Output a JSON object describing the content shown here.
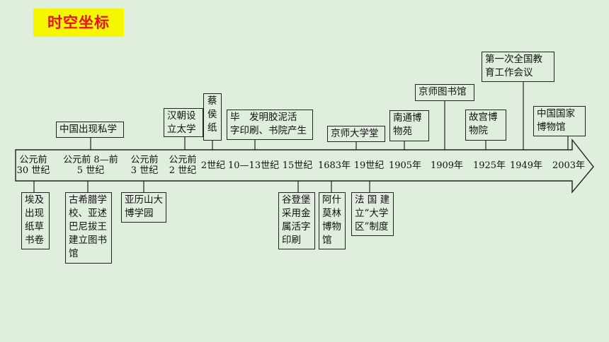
{
  "title": "时空坐标",
  "colors": {
    "background": "#dfeedd",
    "badge_bg": "#f6f600",
    "badge_text": "#e8141b",
    "line": "#222222"
  },
  "axis_labels": [
    "公元前\n30 世纪",
    "公元前 8—前\n5 世纪",
    "公元前\n3 世纪",
    "公元前\n2 世纪",
    "2世纪",
    "10—13世纪",
    "15世纪",
    "1683年",
    "19世纪",
    "1905年",
    "1909年",
    "1925年",
    "1949年",
    "2003年"
  ],
  "events_above": [
    "中国出现私学",
    "汉朝设\n立太学",
    "蔡\n侯\n纸",
    "毕　发明胶泥活\n字印刷、书院产生",
    "京师大学堂",
    "南通博\n物苑",
    "京师图书馆",
    "故宫博\n物院",
    "第一次全国教\n育工作会议",
    "中国国家\n博物馆"
  ],
  "events_below": [
    "埃及\n出现\n纸草\n书卷",
    "古希腊学\n校、亚述\n巴尼拔王\n建立图书\n馆",
    "亚历山大\n博学园",
    "谷登堡\n采用金\n属活字\n印刷",
    "阿什\n莫林\n博物\n馆",
    "法 国 建\n立“大学\n区”制度"
  ]
}
